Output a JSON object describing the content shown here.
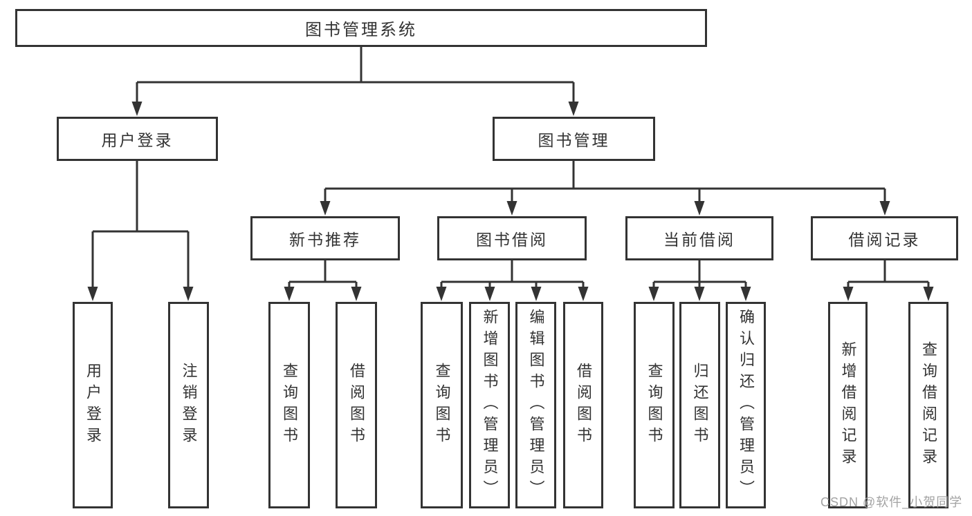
{
  "diagram": {
    "title": "图书管理系统",
    "type": "hierarchy-tree",
    "colors": {
      "line": "#333333",
      "box_border": "#333333",
      "box_bg": "#ffffff",
      "watermark": "#a3a3a3"
    },
    "nodes": {
      "root": "图书管理系统",
      "user_login": "用户登录",
      "book_mgmt": "图书管理",
      "new_book_rec": "新书推荐",
      "book_borrow": "图书借阅",
      "current_borrow": "当前借阅",
      "borrow_record": "借阅记录",
      "leaf_user_login": "用户登录",
      "leaf_logout": "注销登录",
      "leaf_query_book_a": "查询图书",
      "leaf_borrow_book_a": "借阅图书",
      "leaf_query_book_b": "查询图书",
      "leaf_add_book": "新增图书（管理员）",
      "leaf_edit_book": "编辑图书（管理员）",
      "leaf_borrow_book_b": "借阅图书",
      "leaf_query_book_c": "查询图书",
      "leaf_return_book": "归还图书",
      "leaf_confirm_return": "确认归还（管理员）",
      "leaf_add_borrow_record": "新增借阅记录",
      "leaf_query_borrow_record": "查询借阅记录"
    },
    "hierarchy": {
      "图书管理系统": {
        "用户登录": [
          "用户登录",
          "注销登录"
        ],
        "图书管理": {
          "新书推荐": [
            "查询图书",
            "借阅图书"
          ],
          "图书借阅": [
            "查询图书",
            "新增图书（管理员）",
            "编辑图书（管理员）",
            "借阅图书"
          ],
          "当前借阅": [
            "查询图书",
            "归还图书",
            "确认归还（管理员）"
          ],
          "借阅记录": [
            "新增借阅记录",
            "查询借阅记录"
          ]
        }
      }
    },
    "watermark": "CSDN @软件_小贺同学"
  }
}
